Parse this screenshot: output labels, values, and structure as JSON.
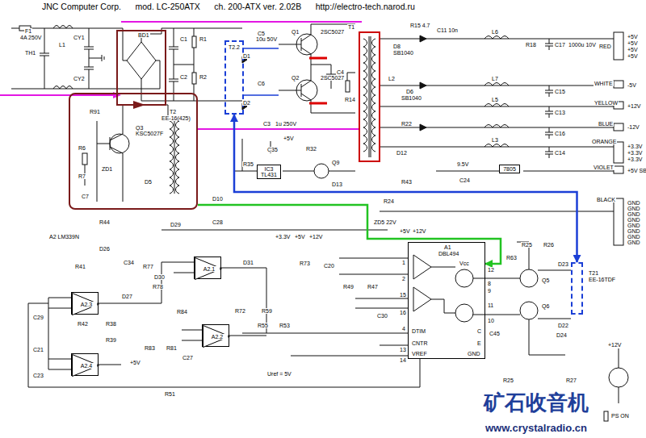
{
  "diagram": {
    "title": "JNC Computer Corp.      mod. LC-250ATX      ch. 200-ATX ver. 2.02B      http://electro-tech.narod.ru",
    "nodes": [
      {
        "text": [
          "Q3",
          "KSC5027F",
          "T2",
          "EE-16(425)"
        ]
      },
      {
        "text": [
          "T2.2"
        ]
      },
      {
        "text": [
          "IC3",
          "TL431"
        ]
      },
      {
        "text": [
          "7805"
        ]
      },
      {
        "text": [
          "A2.1"
        ]
      },
      {
        "text": [
          "A2.2"
        ]
      },
      {
        "text": [
          "A2.3"
        ]
      },
      {
        "text": [
          "A2.4"
        ]
      },
      {
        "text": [
          "A1",
          "DBL494",
          "Vcc",
          "DTIM",
          "CNTR",
          "VREF",
          "C",
          "E",
          "GND"
        ]
      },
      {
        "text": [
          "T21",
          "EE-16TDF"
        ]
      }
    ],
    "edges": [
      {
        "from": 0,
        "to": 8,
        "arrow": "to"
      },
      {
        "from": 1,
        "to": 9,
        "arrow": "both"
      }
    ],
    "labels": [
      "F1",
      "4A 250V",
      "TH1",
      "L1",
      "CY1",
      "CY2",
      "BD1",
      "C1",
      "C2",
      "R1",
      "R2",
      "C5",
      "10u 50V",
      "Q1",
      "2SC5027",
      "D1",
      "Q2",
      "2SC5027",
      "C6",
      "D2",
      "C4",
      "R14",
      "C3",
      "1u 250V",
      "T1",
      "R15 4.7",
      "C11 10n",
      "D8",
      "SB1040",
      "L6",
      "L7",
      "L5",
      "L3",
      "L2",
      "D6",
      "SB1040",
      "C17",
      "R18",
      "1000u 10V",
      "C15",
      "C13",
      "C16",
      "C14",
      "R22",
      "D12",
      "R43",
      "9.5V",
      "C24",
      "C35",
      "R32",
      "Q9",
      "R35",
      "D13",
      "+5V",
      "R24",
      "C28",
      "D10",
      "R44",
      "A2 LM339N",
      "D26",
      "C34",
      "D29",
      "R41",
      "R77",
      "D30",
      "R78",
      "D31",
      "+3.3V",
      "+5V",
      "+12V",
      "R73",
      "C20",
      "ZD5 22V",
      "+5V",
      "+12V",
      "R49",
      "R47",
      "C30",
      "R59",
      "R55",
      "R53",
      "R72",
      "R84",
      "D27",
      "C29",
      "R42",
      "R38",
      "R39",
      "R83",
      "R81",
      "C27",
      "C21",
      "C23",
      "+5V",
      "R51",
      "Uref = 5V",
      "R63",
      "R25",
      "R26",
      "Q5",
      "Q6",
      "D23",
      "D22",
      "C45",
      "D24",
      "R25",
      "R27",
      "+12V",
      "RED",
      "+5V",
      "+5V",
      "+5V",
      "+5V",
      "WHITE",
      "-5V",
      "YELLOW",
      "+12V",
      "BLUE",
      "-12V",
      "ORANGE",
      "+3.3V",
      "+3.3V",
      "+3.3V",
      "VIOLET",
      "+5V SB",
      "BLACK",
      "GND",
      "GND",
      "GND",
      "GND",
      "GND",
      "GND",
      "GND",
      "GND",
      "PS ON",
      "12",
      "8",
      "9",
      "11",
      "10",
      "1",
      "2",
      "15",
      "16",
      "4",
      "13",
      "14",
      "矿石收音机",
      "www.crystalradio.cn",
      "R6",
      "R7",
      "ZD1",
      "R91",
      "D5",
      "C7"
    ]
  }
}
